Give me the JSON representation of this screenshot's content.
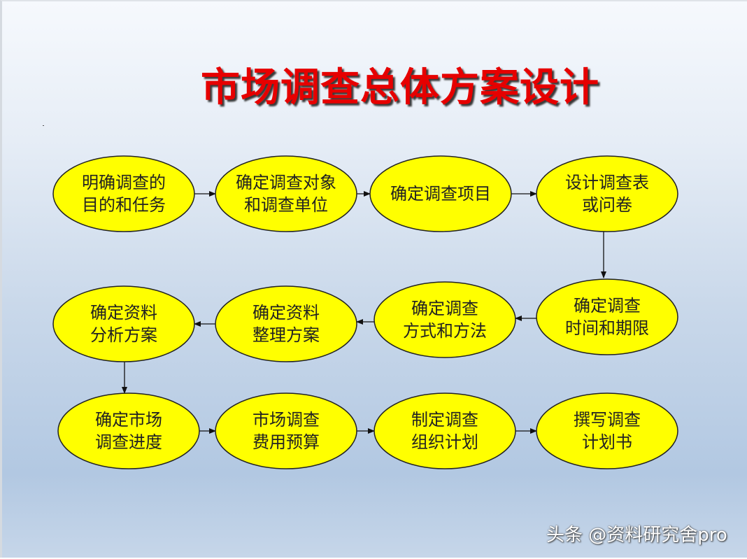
{
  "title": "市场调查总体方案设计",
  "watermark": "头条 @资料研究舍pro",
  "colors": {
    "title": "#e60000",
    "node_fill": "#ffff00",
    "node_stroke": "#222222",
    "arrow": "#111111"
  },
  "nodes": [
    {
      "id": "n1",
      "lines": [
        "明确调查的",
        "目的和任务"
      ]
    },
    {
      "id": "n2",
      "lines": [
        "确定调查对象",
        "和调查单位"
      ]
    },
    {
      "id": "n3",
      "lines": [
        "确定调查项目"
      ]
    },
    {
      "id": "n4",
      "lines": [
        "设计调查表",
        "或问卷"
      ]
    },
    {
      "id": "n5",
      "lines": [
        "确定调查",
        "时间和期限"
      ]
    },
    {
      "id": "n6",
      "lines": [
        "确定调查",
        "方式和方法"
      ]
    },
    {
      "id": "n7",
      "lines": [
        "确定资料",
        "整理方案"
      ]
    },
    {
      "id": "n8",
      "lines": [
        "确定资料",
        "分析方案"
      ]
    },
    {
      "id": "n9",
      "lines": [
        "确定市场",
        "调查进度"
      ]
    },
    {
      "id": "n10",
      "lines": [
        "市场调查",
        "费用预算"
      ]
    },
    {
      "id": "n11",
      "lines": [
        "制定调查",
        "组织计划"
      ]
    },
    {
      "id": "n12",
      "lines": [
        "撰写调查",
        "计划书"
      ]
    }
  ],
  "edges": [
    {
      "from": "n1",
      "to": "n2"
    },
    {
      "from": "n2",
      "to": "n3"
    },
    {
      "from": "n3",
      "to": "n4"
    },
    {
      "from": "n4",
      "to": "n5"
    },
    {
      "from": "n5",
      "to": "n6"
    },
    {
      "from": "n6",
      "to": "n7"
    },
    {
      "from": "n7",
      "to": "n8"
    },
    {
      "from": "n8",
      "to": "n9"
    },
    {
      "from": "n9",
      "to": "n10"
    },
    {
      "from": "n10",
      "to": "n11"
    },
    {
      "from": "n11",
      "to": "n12"
    }
  ]
}
